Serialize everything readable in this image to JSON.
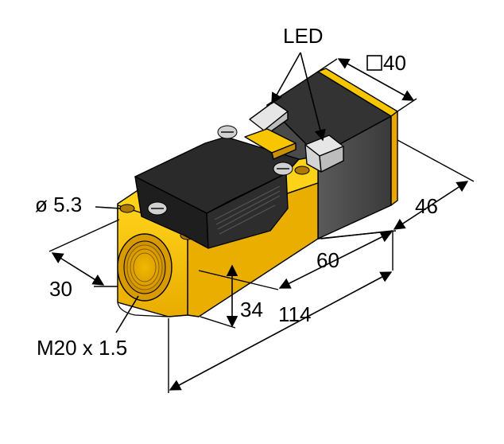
{
  "labels": {
    "led": "LED",
    "square": "40",
    "dia_hole": "ø 5.3",
    "dim_30": "30",
    "dim_34": "34",
    "dim_60": "60",
    "dim_46": "46",
    "dim_114": "114",
    "thread": "M20 x 1.5"
  },
  "colors": {
    "yellow": "#f7c600",
    "yellow_dark": "#e0a800",
    "yellow_shadow": "#c99000",
    "black_body": "#2b2b2b",
    "gray_body": "#555555",
    "gray_side": "#444444",
    "cap": "#1e1e1e",
    "screw": "#cfcfcf",
    "line": "#000000"
  }
}
